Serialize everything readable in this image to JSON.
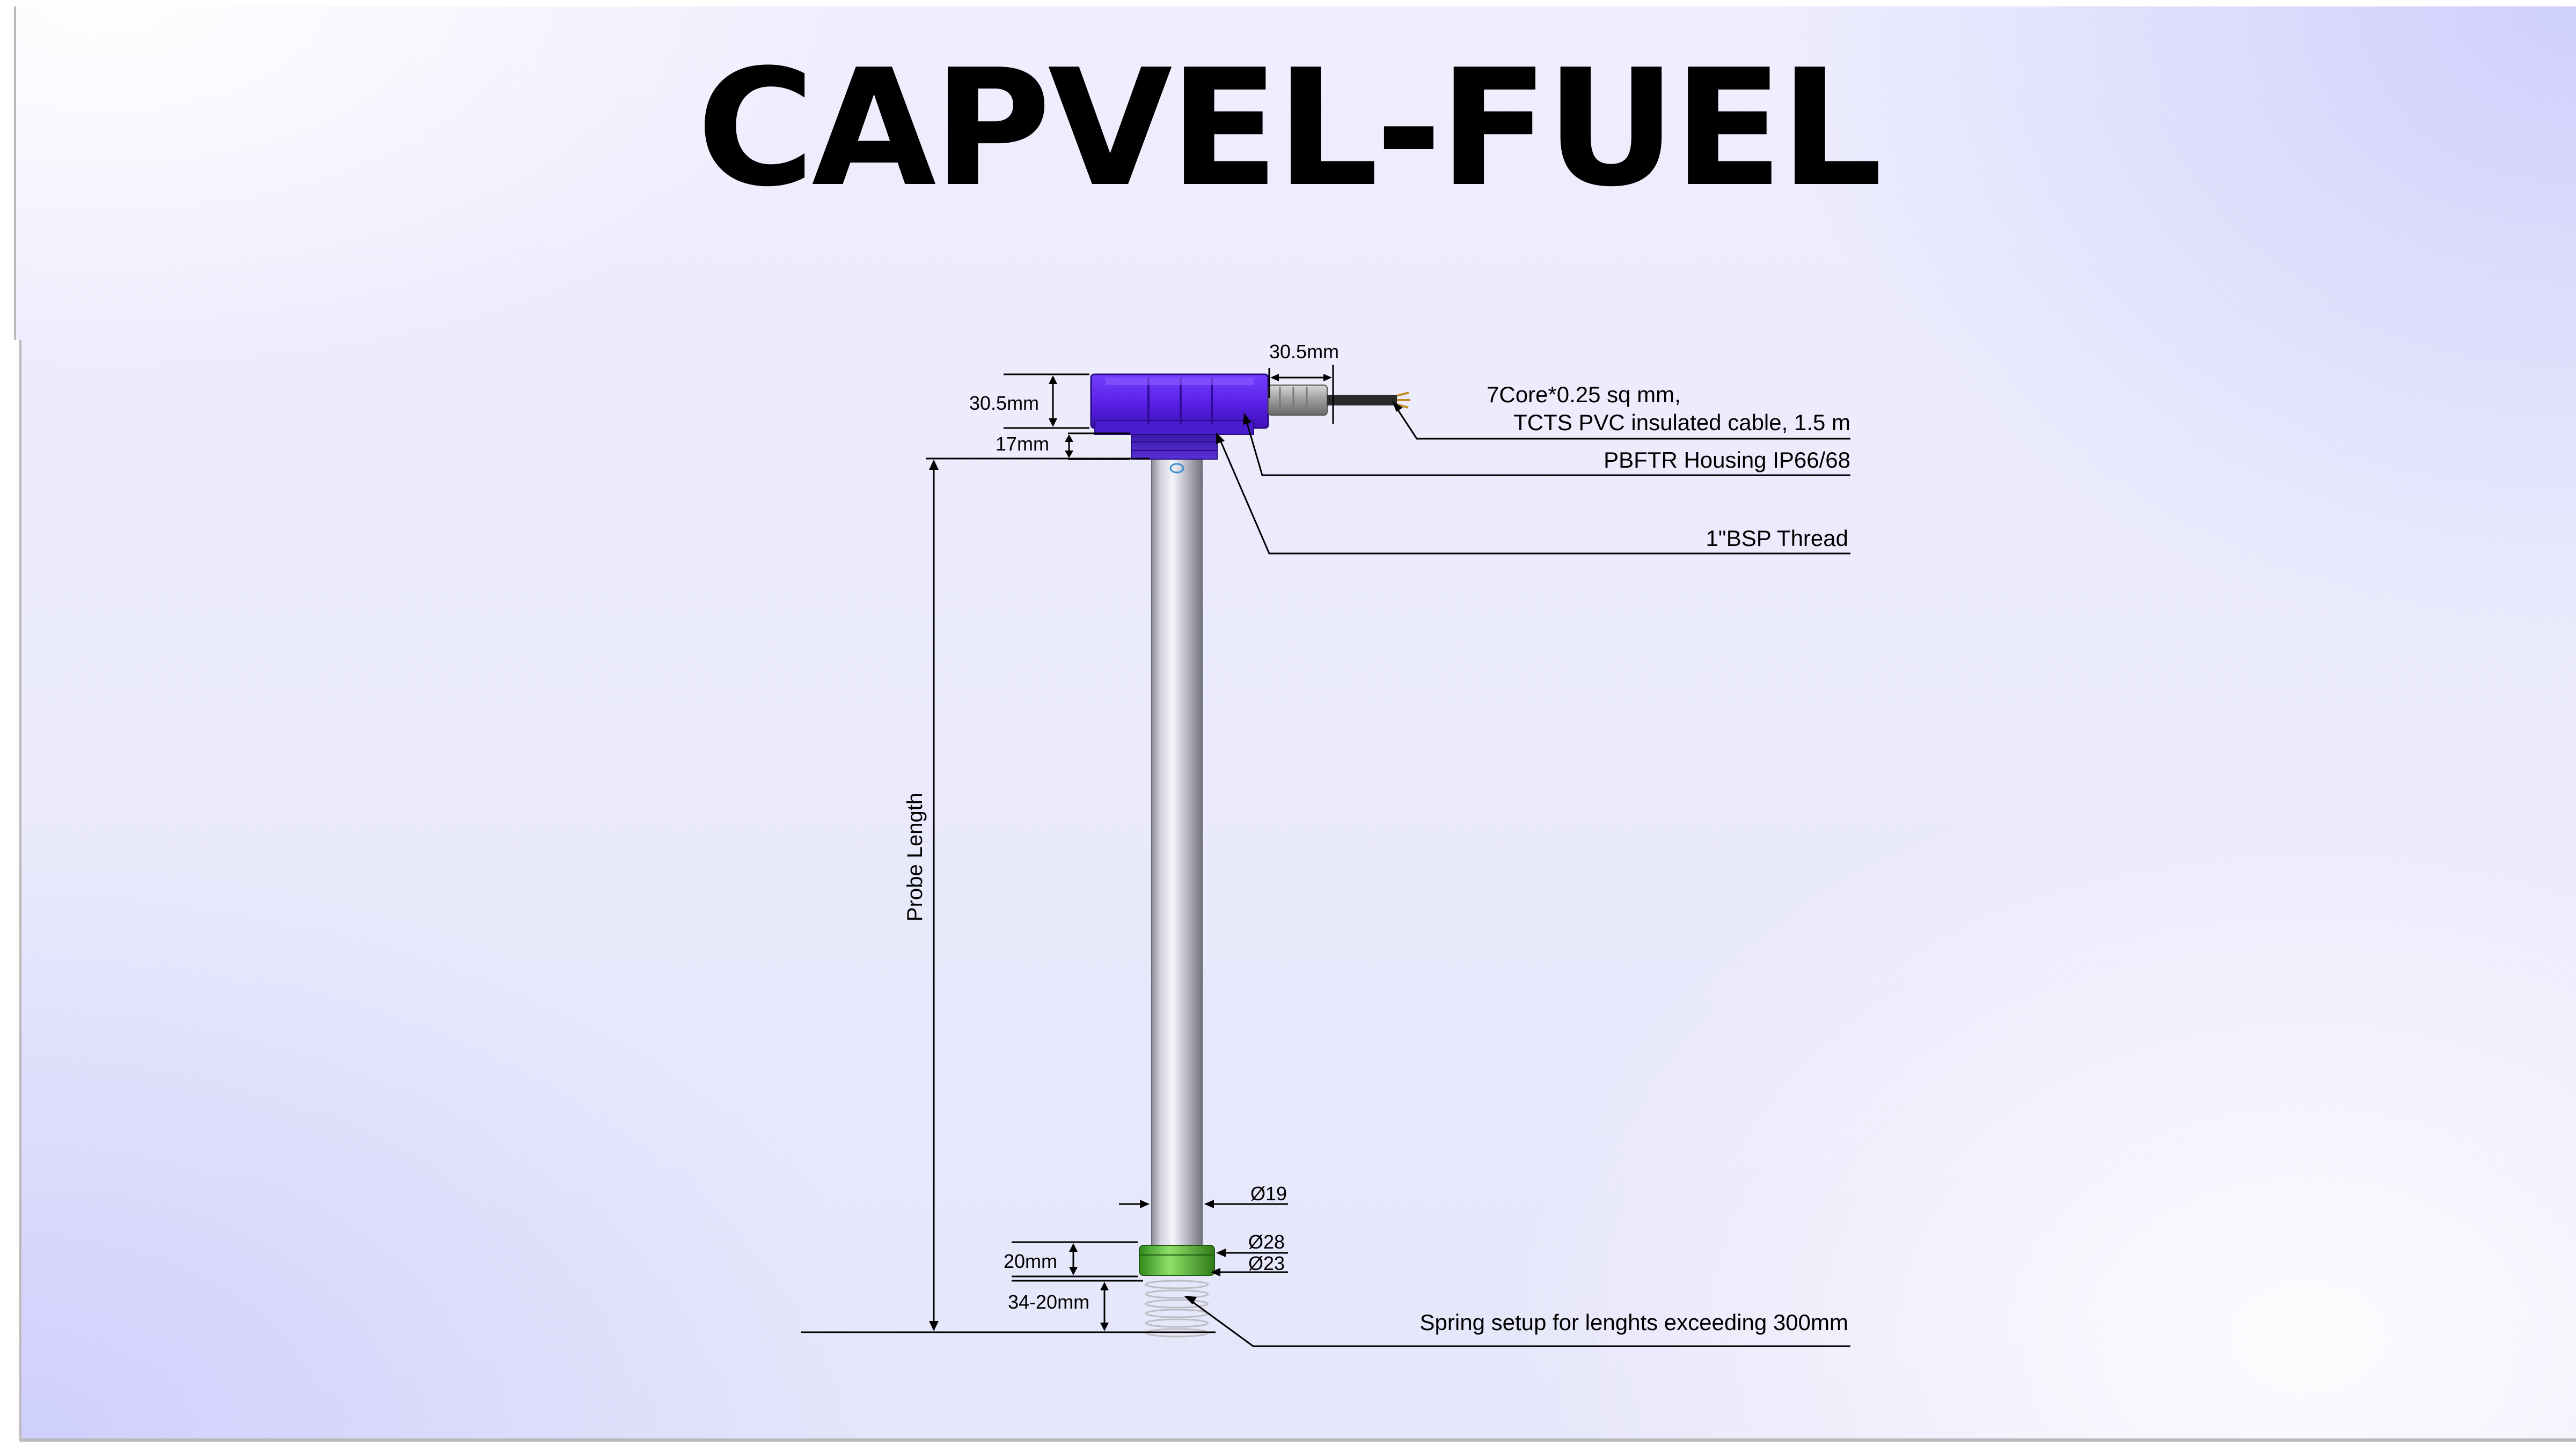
{
  "title": "CAPVEL-FUEL",
  "colors": {
    "housing": "#5a1fe6",
    "bottom_ring": "#5fbf3a",
    "probe_tube": "#c4c4d0",
    "line": "#000000"
  },
  "dimensions": {
    "housing_height": "30.5mm",
    "thread_height": "17mm",
    "cable_gland_length": "30.5mm",
    "probe_length": "Probe Length",
    "tube_diameter": "Ø19",
    "ring_outer_diameter": "Ø28",
    "ring_inner_diameter": "Ø23",
    "ring_height": "20mm",
    "spring_height": "34-20mm"
  },
  "callouts": {
    "cable_line1": "7Core*0.25 sq mm,",
    "cable_line2": "TCTS PVC insulated cable, 1.5 m",
    "housing": "PBFTR Housing IP66/68",
    "thread": "1\"BSP Thread",
    "spring": "Spring setup for lenghts exceeding 300mm"
  }
}
